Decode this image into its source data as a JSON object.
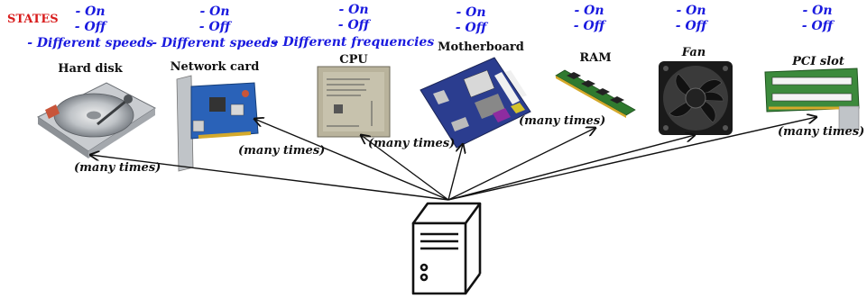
{
  "states_heading": "STATES",
  "components": [
    {
      "id": "hard-disk",
      "label": "Hard disk",
      "states": [
        "- On",
        "- Off",
        "- Different speeds"
      ],
      "note": "(many times)",
      "color": "#9aa0a6"
    },
    {
      "id": "network-card",
      "label": "Network card",
      "states": [
        "- On",
        "- Off",
        "- Different speeds"
      ],
      "note": "(many times)",
      "color": "#2a62b8"
    },
    {
      "id": "cpu",
      "label": "CPU",
      "states": [
        "- On",
        "- Off",
        "- Different frequencies"
      ],
      "note": "(many times)",
      "color": "#b9b39c"
    },
    {
      "id": "motherboard",
      "label": "Motherboard",
      "states": [
        "- On",
        "- Off"
      ],
      "note": "",
      "color": "#2b3d8f"
    },
    {
      "id": "ram",
      "label": "RAM",
      "states": [
        "- On",
        "- Off"
      ],
      "note": "(many times)",
      "color": "#2f7a2f"
    },
    {
      "id": "fan",
      "label": "Fan",
      "states": [
        "- On",
        "- Off"
      ],
      "note": "",
      "color": "#1a1a1a"
    },
    {
      "id": "pci-slot",
      "label": "PCI slot",
      "states": [
        "- On",
        "- Off"
      ],
      "note": "(many times)",
      "color": "#3c8a3c"
    }
  ],
  "source": {
    "name": "server-icon"
  },
  "colors": {
    "states_heading": "#d81c1c",
    "state_text": "#1a1adf"
  }
}
